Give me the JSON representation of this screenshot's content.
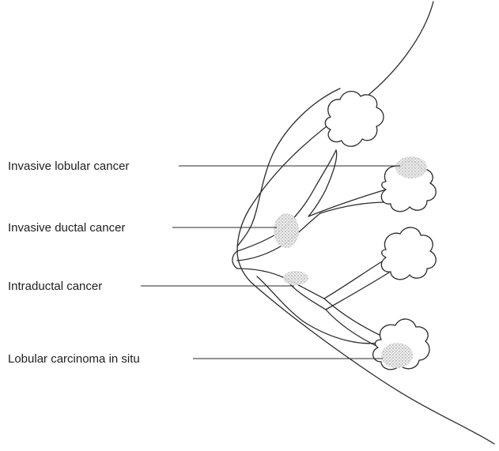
{
  "diagram": {
    "labels": {
      "invasive_lobular": "Invasive lobular cancer",
      "invasive_ductal": "Invasive ductal cancer",
      "intraductal": "Intraductal cancer",
      "lobular_in_situ": "Lobular carcinoma in situ"
    },
    "colors": {
      "line": "#2a2a2a",
      "stipple": "#9a9a9a",
      "background": "#ffffff"
    }
  }
}
